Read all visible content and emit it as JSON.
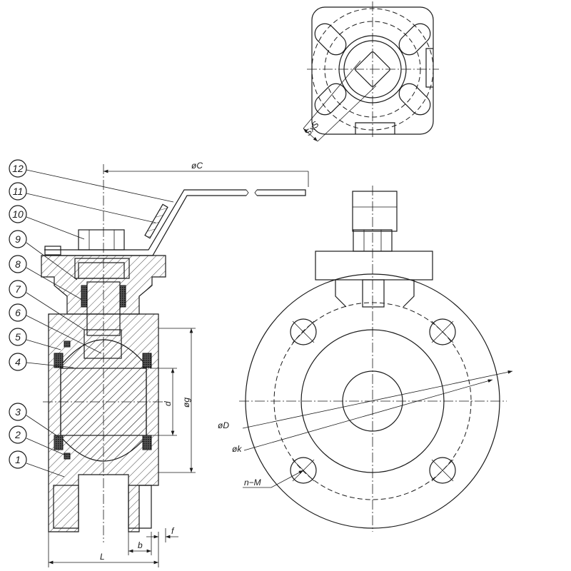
{
  "balloons": [
    "1",
    "2",
    "3",
    "4",
    "5",
    "6",
    "7",
    "8",
    "9",
    "10",
    "11",
    "12"
  ],
  "dimensions": {
    "handle_length": "øC",
    "bore": "d",
    "raised_face": "øg",
    "length": "L",
    "flange_thickness": "b",
    "face_height": "f",
    "flange_diameter": "øD",
    "bolt_circle": "øk",
    "bolt_holes": "n−M",
    "stem_square": "SxS"
  }
}
